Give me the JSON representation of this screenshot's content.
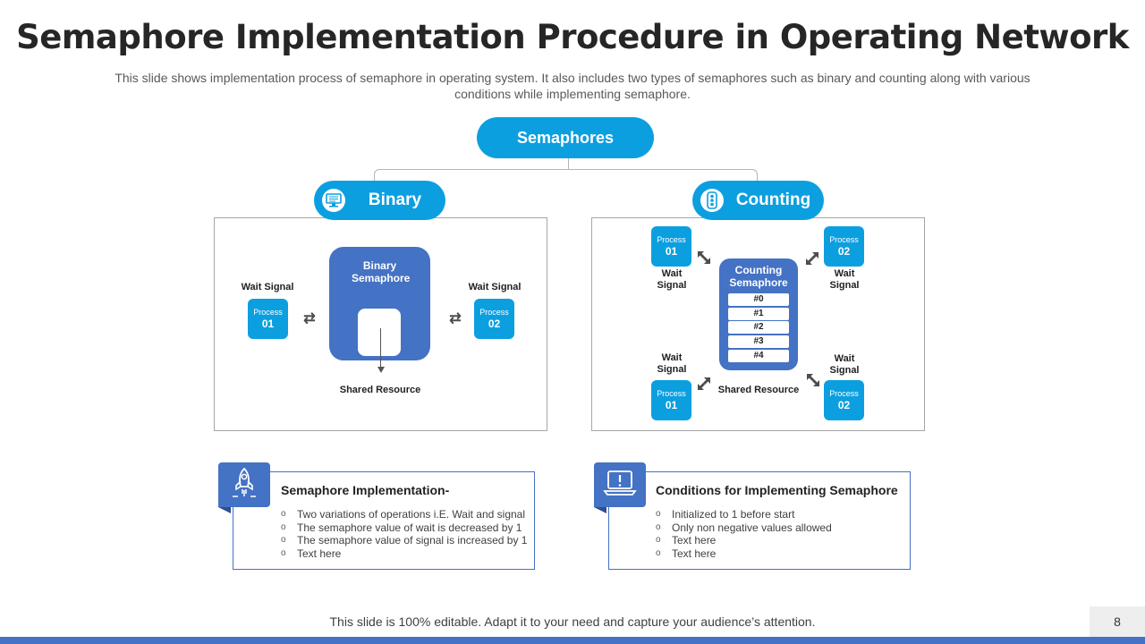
{
  "title": "Semaphore Implementation Procedure in Operating Network",
  "subtitle": "This slide shows implementation process of semaphore in operating system. It also includes two types of semaphores such as binary and counting along with various conditions while implementing semaphore.",
  "root": {
    "label": "Semaphores"
  },
  "binary": {
    "label": "Binary",
    "icon": "computer-icon",
    "semaphore_label": "Binary Semaphore",
    "resource_label": "Shared Resource",
    "left": {
      "wait": "Wait Signal",
      "proc_label": "Process",
      "proc_num": "01"
    },
    "right": {
      "wait": "Wait Signal",
      "proc_label": "Process",
      "proc_num": "02"
    }
  },
  "counting": {
    "label": "Counting",
    "icon": "traffic-light-icon",
    "semaphore_label": "Counting Semaphore",
    "slots": [
      "#0",
      "#1",
      "#2",
      "#3",
      "#4"
    ],
    "resource_label": "Shared Resource",
    "top_left": {
      "wait": "Wait Signal",
      "proc_label": "Process",
      "proc_num": "01"
    },
    "top_right": {
      "wait": "Wait Signal",
      "proc_label": "Process",
      "proc_num": "02"
    },
    "bottom_left": {
      "wait": "Wait Signal",
      "proc_label": "Process",
      "proc_num": "01"
    },
    "bottom_right": {
      "wait": "Wait Signal",
      "proc_label": "Process",
      "proc_num": "02"
    }
  },
  "cards": {
    "implementation": {
      "title": "Semaphore Implementation-",
      "icon": "rocket-icon",
      "items": [
        "Two variations of operations i.E. Wait and signal",
        "The semaphore value of wait is decreased by 1",
        "The semaphore value of signal is increased by 1",
        "Text here"
      ]
    },
    "conditions": {
      "title": "Conditions for Implementing Semaphore",
      "icon": "laptop-alert-icon",
      "items": [
        "Initialized to 1 before start",
        "Only non negative values allowed",
        "Text here",
        "Text here"
      ]
    }
  },
  "bullet_glyph": "o",
  "footer": "This slide is 100% editable. Adapt it to your need and capture your audience’s attention.",
  "page_number": "8",
  "colors": {
    "accent": "#0c9fe0",
    "dark_blue": "#4472c4",
    "text": "#262626"
  }
}
